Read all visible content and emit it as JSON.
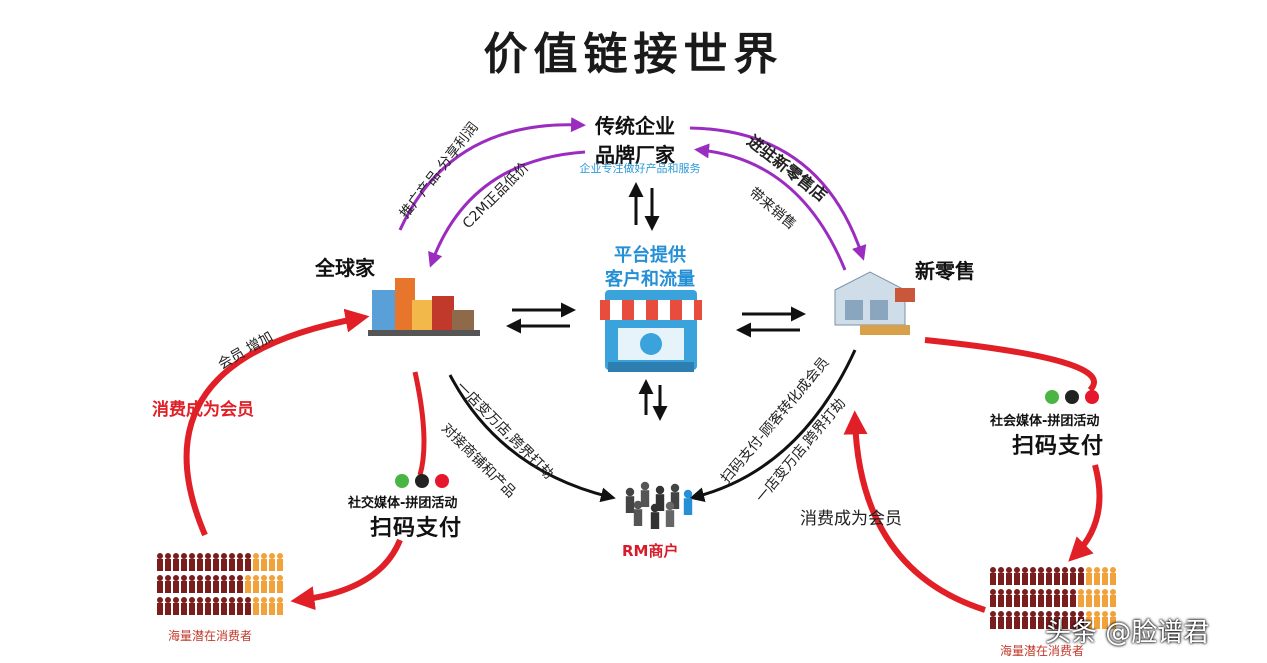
{
  "title": "价值链接世界",
  "top_node": {
    "line1": "传统企业",
    "line2": "品牌厂家",
    "sub": "企业专注做好产品和服务"
  },
  "left_node": {
    "label": "全球家"
  },
  "right_node": {
    "label": "新零售"
  },
  "center_node": {
    "line1": "平台提供",
    "line2": "客户和流量"
  },
  "rm_node": {
    "label": "RM商户"
  },
  "arc_labels": {
    "top_left_outer": "推广产品-分享利润",
    "top_left_inner": "C2M正品低价",
    "top_right_outer": "进驻新零售店",
    "top_right_inner": "带来销售",
    "left_down_outer": "一店变万店,跨界打劫",
    "left_down_inner": "对接商铺和产品",
    "right_down_outer": "扫码支付-顾客转化成会员",
    "right_down_inner": "一店变万店,跨界打劫"
  },
  "left_loop": {
    "member_add": "会员 增加",
    "consume_member": "消费成为会员",
    "media": "社交媒体-拼团活动",
    "pay": "扫码支付"
  },
  "right_loop": {
    "media": "社会媒体-拼团活动",
    "pay": "扫码支付",
    "consume_member": "消费成为会员"
  },
  "crowd_left_caption": "海量潜在消费者",
  "crowd_right_caption": "海量潜在消费者",
  "watermark": "头条 @脸谱君",
  "colors": {
    "purple": "#9b2cc0",
    "red": "#e11f26",
    "blue": "#2590d6",
    "orange": "#f2a23a",
    "darkred": "#7a1d1d"
  }
}
